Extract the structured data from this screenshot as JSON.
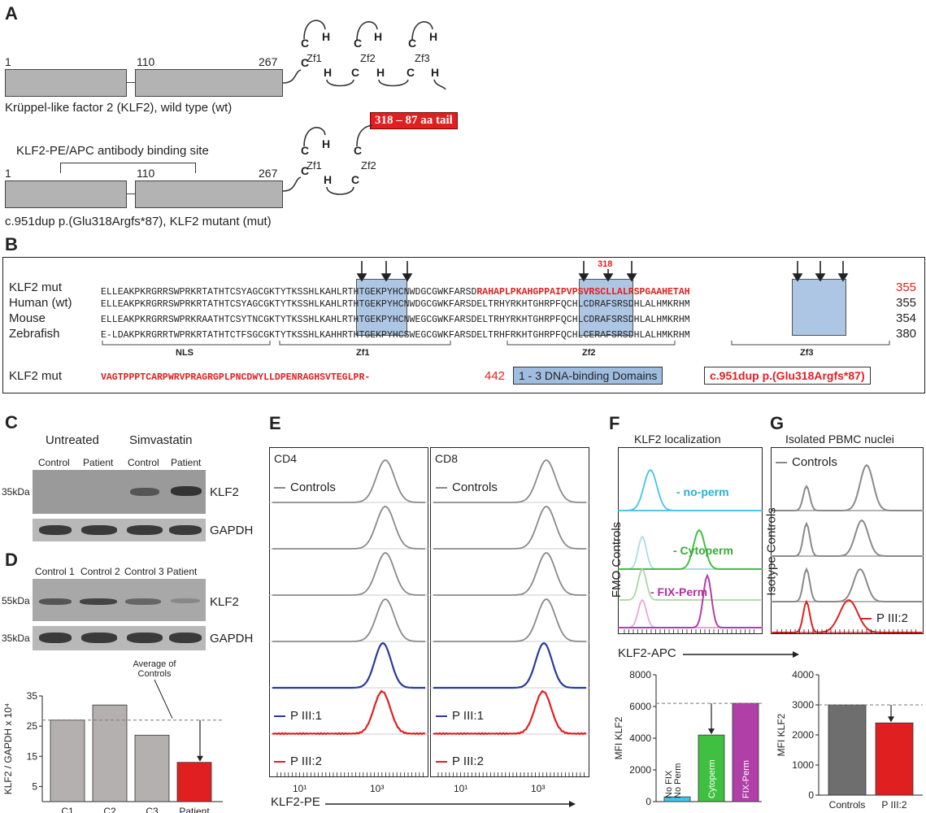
{
  "panels": {
    "A": "A",
    "B": "B",
    "C": "C",
    "D": "D",
    "E": "E",
    "F": "F",
    "G": "G"
  },
  "panelA": {
    "wt": {
      "n1": "1",
      "n110": "110",
      "n267": "267",
      "caption": "Krüppel-like factor 2 (KLF2), wild type (wt)",
      "zf": [
        "Zf1",
        "Zf2",
        "Zf3"
      ]
    },
    "mut": {
      "n1": "1",
      "n110": "110",
      "n267": "267",
      "binding": "KLF2-PE/APC antibody binding site",
      "tail": "318 – 87 aa tail",
      "caption": "c.951dup p.(Glu318Argfs*87), KLF2 mutant (mut)",
      "zf": [
        "Zf1",
        "Zf2"
      ]
    },
    "letters": {
      "C": "C",
      "H": "H"
    }
  },
  "panelB": {
    "rows": [
      {
        "name": "KLF2 mut",
        "end": "355"
      },
      {
        "name": "Human (wt)",
        "end": "355"
      },
      {
        "name": "Mouse",
        "end": "354"
      },
      {
        "name": "Zebrafish",
        "end": "380"
      }
    ],
    "seq_mut_black1": "ELLEAKPKRGRRSWPRKRTATHTCSYAGCGKTYTKSSHLKAHLRTHTGEKPYHCNWDGCGWKFARSD",
    "seq_mut_red1": "RAHAPLPKAHGPPAIPVPSVRSCLLALRSPGAAHETAH",
    "seq_human": "ELLEAKPKRGRRSWPRKRTATHTCSYAGCGKTYTKSSHLKAHLRTHTGEKPYHCNWDGCGWKFARSDELTRHYRKHTGHRPFQCHLCDRAFSRSDHLALHMKRHM",
    "seq_mouse": "ELLEAKPKRGRRSWPRKRAATHTCSYTNCGKTYTKSSHLKAHLRTHTGEKPYHCNWEGCGWKFARSDELTRHYRKHTGHRPFQCHLCDRAFSRSDHLALHMKRHM",
    "seq_zebra": "E-LDAKPKRGRRTWPRKRTATHTCTFSGCGKTYTKSSHLKAHHRTHTGEKPYHCSWEGCGWKFARSDELTRHFRKHTGHRPFQCHLCERAFSRSDHLALHMKRHM",
    "pos318": "318",
    "mut_tail_row_name": "KLF2 mut",
    "mut_tail_seq": "VAGTPPPTCARPWRVPRAGRGPLPNCDWYLLDPENRAGHSVTEGLPR-",
    "mut_tail_end": "442",
    "domains": {
      "nls": "NLS",
      "zf1": "Zf1",
      "zf2": "Zf2",
      "zf3": "Zf3"
    },
    "legend_dna": "1 - 3 DNA-binding Domains",
    "legend_mut": "c.951dup p.(Glu318Argfs*87)"
  },
  "panelC": {
    "untreated": "Untreated",
    "simvastatin": "Simvastatin",
    "lanes": [
      "Control",
      "Patient",
      "Control",
      "Patient"
    ],
    "mw": "35kDa",
    "klf2": "KLF2",
    "gapdh": "GAPDH"
  },
  "panelD": {
    "lanes": [
      "Control 1",
      "Control 2",
      "Control 3",
      "Patient"
    ],
    "mw1": "55kDa",
    "mw2": "35kDa",
    "klf2": "KLF2",
    "gapdh": "GAPDH",
    "avg_label": "Average of Controls"
  },
  "chart_data": [
    {
      "type": "bar",
      "ylabel": "KLF2 / GAPDH x 10⁴",
      "categories": [
        "C1",
        "C2",
        "C3",
        "Patient"
      ],
      "values": [
        27,
        32,
        22,
        13
      ],
      "ylim": [
        0,
        35
      ],
      "yticks": [
        5,
        15,
        25,
        35
      ],
      "reference_line": 27,
      "colors": [
        "#b5b0b0",
        "#b5b0b0",
        "#b5b0b0",
        "#e02020"
      ]
    },
    {
      "type": "bar",
      "ylabel": "MFI KLF2",
      "categories": [
        "No FIX No Perm",
        "Cytoperm",
        "FIX-Perm"
      ],
      "values": [
        300,
        4200,
        6200
      ],
      "ylim": [
        0,
        8000
      ],
      "yticks": [
        0,
        2000,
        4000,
        6000,
        8000
      ],
      "reference_line": 6200,
      "colors": [
        "#40c4e8",
        "#40c040",
        "#b040a8"
      ]
    },
    {
      "type": "bar",
      "ylabel": "MFI KLF2",
      "categories": [
        "Controls",
        "P III:2"
      ],
      "values": [
        3000,
        2400
      ],
      "ylim": [
        0,
        4000
      ],
      "yticks": [
        0,
        1000,
        2000,
        3000,
        4000
      ],
      "reference_line": 3000,
      "colors": [
        "#6e6e6e",
        "#e02020"
      ]
    }
  ],
  "panelE": {
    "cd4": "CD4",
    "cd8": "CD8",
    "controls": "Controls",
    "p1": "P III:1",
    "p2": "P III:2",
    "xlabel": "KLF2-PE",
    "x1": "10¹",
    "x3": "10³"
  },
  "panelF": {
    "title": "KLF2 localization",
    "noperm": "- no-perm",
    "cytoperm": "- Cytoperm",
    "fixperm": "- FIX-Perm",
    "fmo": "FMO Controls",
    "xlabel": "KLF2-APC",
    "bar_nofix": "No FIX No Perm",
    "bar_cyto": "Cytoperm",
    "bar_fix": "FIX-Perm"
  },
  "panelG": {
    "title": "Isolated PBMC nuclei",
    "controls": "Controls",
    "isotype": "Isotype Controls",
    "p2": "P III:2"
  },
  "colors": {
    "red": "#e02020",
    "blue": "#9fbde0",
    "navy": "#2a3a9c",
    "gray": "#888888"
  }
}
